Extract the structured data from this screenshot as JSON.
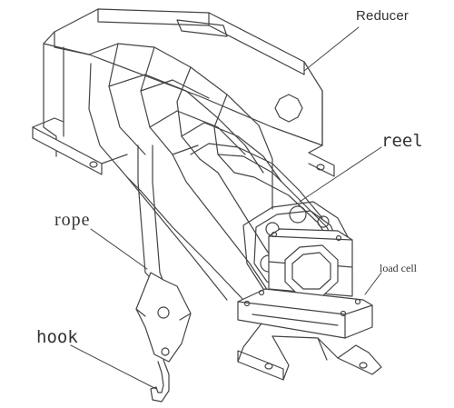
{
  "labels": {
    "reducer": "Reducer",
    "reel": "reel",
    "rope": "rope",
    "load_cell": "load cell",
    "hook": "hook"
  },
  "colors": {
    "line": "#444444",
    "text": "#333333",
    "background": "#ffffff"
  }
}
